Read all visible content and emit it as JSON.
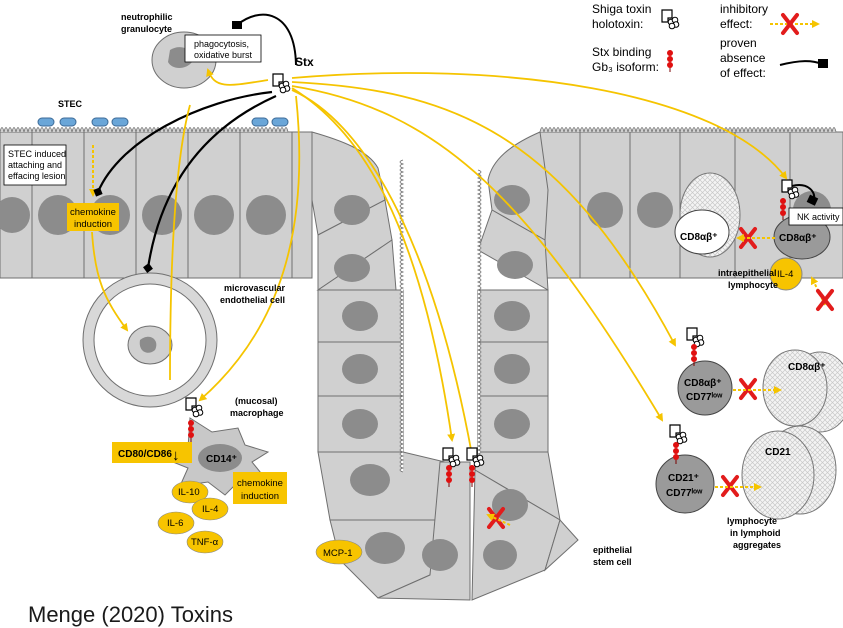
{
  "colors": {
    "cell_fill": "#d0d0d0",
    "cell_stroke": "#6f6f6f",
    "nucleus": "#8c8c8c",
    "arrow_yellow": "#f5c400",
    "badge_yellow": "#f7c400",
    "receptor_red": "#e01010",
    "bacteria_blue": "#6aa6d8",
    "inhibit_red": "#e21c1c"
  },
  "legend": {
    "holotoxin_line1": "Shiga toxin",
    "holotoxin_line2": "holotoxin:",
    "gb3_line1": "Stx binding",
    "gb3_line2": "Gb₃ isoform:",
    "inhibitory_line1": "inhibitory",
    "inhibitory_line2": "effect:",
    "absence_line1": "proven",
    "absence_line2": "absence",
    "absence_line3": "of effect:"
  },
  "labels": {
    "neutrophil_line1": "neutrophilic",
    "neutrophil_line2": "granulocyte",
    "phagocytosis_line1": "phagocytosis,",
    "phagocytosis_line2": "oxidative burst",
    "stx": "Stx",
    "stec": "STEC",
    "stec_box_line1": "STEC induced",
    "stec_box_line2": "attaching and",
    "stec_box_line3": "effacing lesion",
    "chemokine_line1": "chemokine",
    "chemokine_line2": "induction",
    "endothelial_line1": "microvascular",
    "endothelial_line2": "endothelial cell",
    "macrophage_line1": "(mucosal)",
    "macrophage_line2": "macrophage",
    "cd80": "CD80/CD86",
    "cd80_arrow": "↓",
    "cd14": "CD14⁺",
    "il10": "IL-10",
    "il4_macro": "IL-4",
    "il6": "IL-6",
    "tnf": "TNF-α",
    "mac_chemokine_line1": "chemokine",
    "mac_chemokine_line2": "induction",
    "mcp1": "MCP-1",
    "stem_line1": "epithelial",
    "stem_line2": "stem cell",
    "nk_activity": "NK activity",
    "cd8aa_iel": "CD8αβ⁺",
    "cd8ab_iel": "CD8αβ⁺",
    "il4_iel": "IL-4",
    "iel_line1": "intraepithelial",
    "iel_line2": "lymphocyte",
    "cd8_lym_line1": "CD8αβ⁺",
    "cd8_lym_line2": "CD77ˡᵒʷ",
    "cd8_ghost": "CD8αβ⁺",
    "cd21_lym_line1": "CD21⁺",
    "cd21_lym_line2": "CD77ˡᵒʷ",
    "cd21_ghost": "CD21",
    "lym_line1": "lymphocyte",
    "lym_line2": "in lymphoid",
    "lym_line3": "aggregates",
    "citation": "Menge (2020) Toxins"
  }
}
